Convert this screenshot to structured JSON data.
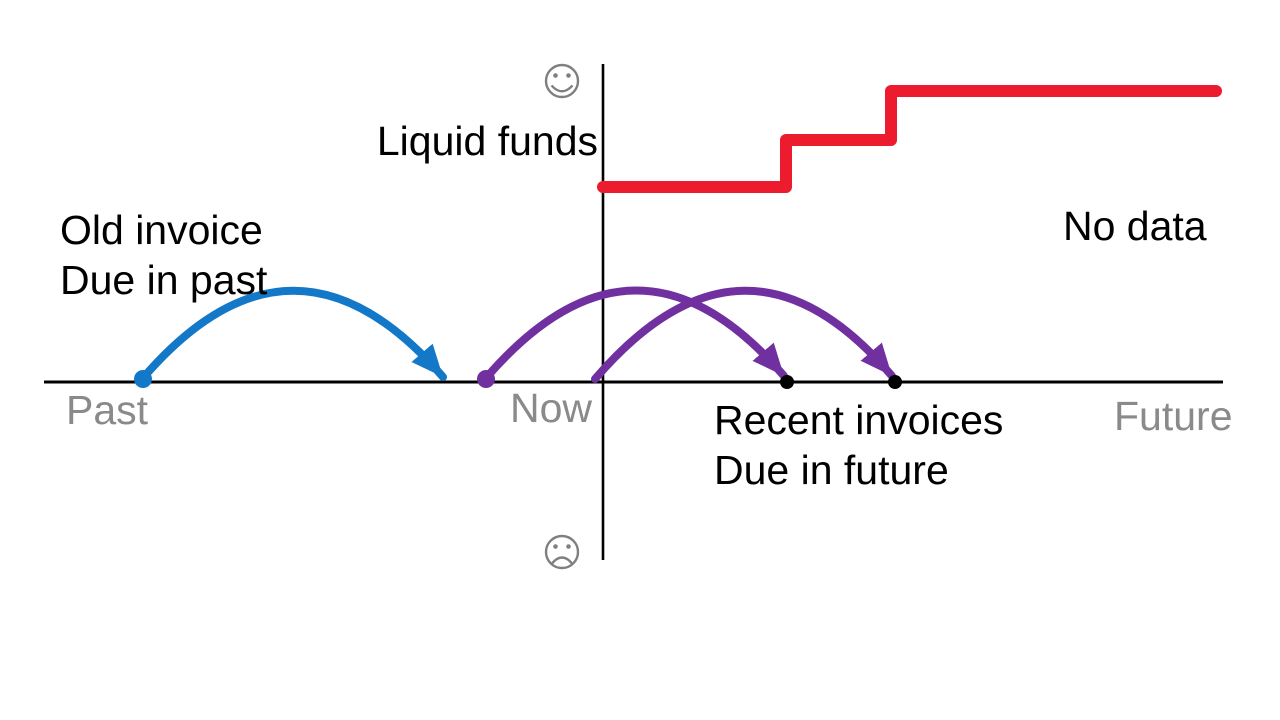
{
  "colors": {
    "blue": "#1478C8",
    "purple": "#7030A0",
    "red": "#EC1B2D",
    "axis_black": "#000000",
    "label_gray": "#8A8A8A",
    "face_gray": "#7F7F7F",
    "text_black": "#000000"
  },
  "axes": {
    "past_label": "Past",
    "now_label": "Now",
    "future_label": "Future",
    "mood_positive_icon": "smiley-face",
    "mood_negative_icon": "sad-face"
  },
  "annotations": {
    "liquid_funds_label": "Liquid funds",
    "no_data_label": "No data",
    "old_invoice": {
      "line1": "Old invoice",
      "line2": "Due in past"
    },
    "recent_invoices": {
      "line1": "Recent invoices",
      "line2": "Due in future"
    }
  },
  "diagram": {
    "liquid_funds_steps": 3,
    "invoice_arcs": [
      {
        "name": "old-invoice",
        "color": "blue",
        "from": "past",
        "to": "before-now"
      },
      {
        "name": "recent-invoice-1",
        "color": "purple",
        "from": "now",
        "to": "future"
      },
      {
        "name": "recent-invoice-2",
        "color": "purple",
        "from": "now",
        "to": "future"
      }
    ]
  }
}
